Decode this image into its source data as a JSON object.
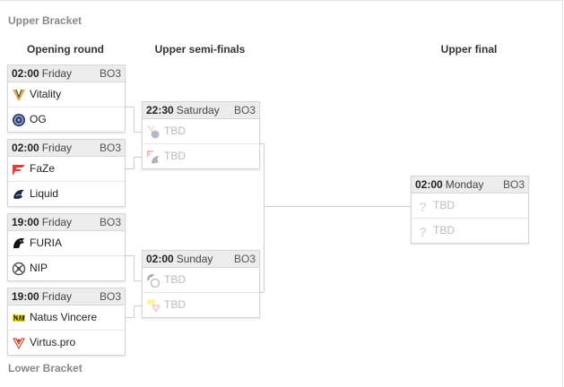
{
  "upper_bracket_label": "Upper Bracket",
  "lower_bracket_label": "Lower Bracket",
  "rounds": {
    "opening": "Opening round",
    "semis": "Upper semi-finals",
    "final": "Upper final"
  },
  "matches": {
    "m1": {
      "time": "02:00",
      "day": "Friday",
      "bo": "BO3",
      "team1": "Vitality",
      "team2": "OG"
    },
    "m2": {
      "time": "02:00",
      "day": "Friday",
      "bo": "BO3",
      "team1": "FaZe",
      "team2": "Liquid"
    },
    "m3": {
      "time": "19:00",
      "day": "Friday",
      "bo": "BO3",
      "team1": "FURIA",
      "team2": "NIP"
    },
    "m4": {
      "time": "19:00",
      "day": "Friday",
      "bo": "BO3",
      "team1": "Natus Vincere",
      "team2": "Virtus.pro"
    },
    "s1": {
      "time": "22:30",
      "day": "Saturday",
      "bo": "BO3",
      "team1": "TBD",
      "team2": "TBD"
    },
    "s2": {
      "time": "02:00",
      "day": "Sunday",
      "bo": "BO3",
      "team1": "TBD",
      "team2": "TBD"
    },
    "f1": {
      "time": "02:00",
      "day": "Monday",
      "bo": "BO3",
      "team1": "TBD",
      "team2": "TBD"
    }
  },
  "icons": {
    "vitality": "vitality-logo-icon",
    "og": "og-logo-icon",
    "faze": "faze-logo-icon",
    "liquid": "liquid-logo-icon",
    "furia": "furia-logo-icon",
    "nip": "nip-logo-icon",
    "navi": "navi-logo-icon",
    "virtuspro": "virtuspro-logo-icon",
    "unknown": "unknown-team-icon"
  },
  "colors": {
    "header_bg": "#ececec",
    "border": "#d6d6d6",
    "tbd_text": "#bbbbbb",
    "section_title": "#888888"
  }
}
